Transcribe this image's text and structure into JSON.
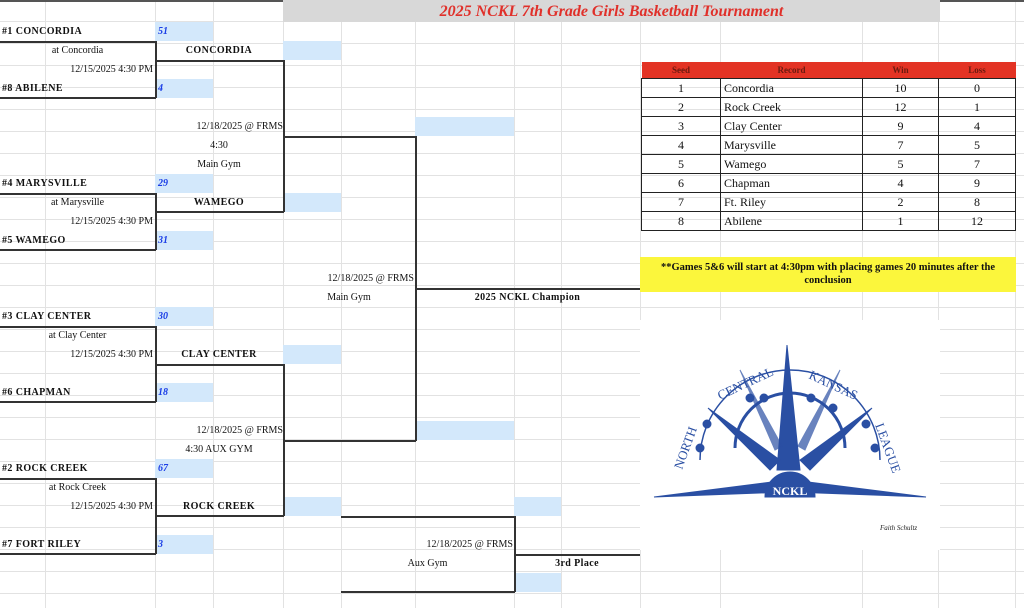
{
  "title": "2025 NCKL 7th Grade Girls Basketball Tournament",
  "round1": [
    {
      "top_team": "#1 CONCORDIA",
      "top_score": "51",
      "location": "at Concordia",
      "datetime": "12/15/2025 4:30 PM",
      "bottom_team": "#8 ABILENE",
      "bottom_score": "4",
      "winner": "CONCORDIA"
    },
    {
      "top_team": "#4 MARYSVILLE",
      "top_score": "29",
      "location": "at Marysville",
      "datetime": "12/15/2025 4:30 PM",
      "bottom_team": "#5 WAMEGO",
      "bottom_score": "31",
      "winner": "WAMEGO"
    },
    {
      "top_team": "#3  CLAY CENTER",
      "top_score": "30",
      "location": "at Clay Center",
      "datetime": "12/15/2025 4:30 PM",
      "bottom_team": "#6  CHAPMAN",
      "bottom_score": "18",
      "winner": "CLAY CENTER"
    },
    {
      "top_team": "#2  ROCK CREEK",
      "top_score": "67",
      "location": "at Rock Creek",
      "datetime": "12/15/2025 4:30 PM",
      "bottom_team": "#7  FORT RILEY",
      "bottom_score": "3",
      "winner": "ROCK CREEK"
    }
  ],
  "semis": [
    {
      "datetime": "12/18/2025 @ FRMS",
      "time": "4:30",
      "venue": "Main Gym"
    },
    {
      "datetime": "12/18/2025 @ FRMS",
      "venue": "4:30 AUX GYM"
    }
  ],
  "final": {
    "datetime": "12/18/2025 @ FRMS",
    "venue": "Main Gym",
    "label": "2025 NCKL Champion"
  },
  "third": {
    "datetime": "12/18/2025 @ FRMS",
    "venue": "Aux Gym",
    "label": "3rd Place"
  },
  "standings": {
    "headers": [
      "Seed",
      "Record",
      "Win",
      "Loss"
    ],
    "rows": [
      [
        "1",
        "Concordia",
        "10",
        "0"
      ],
      [
        "2",
        "Rock Creek",
        "12",
        "1"
      ],
      [
        "3",
        "Clay Center",
        "9",
        "4"
      ],
      [
        "4",
        "Marysville",
        "7",
        "5"
      ],
      [
        "5",
        "Wamego",
        "5",
        "7"
      ],
      [
        "6",
        "Chapman",
        "4",
        "9"
      ],
      [
        "7",
        "Ft. Riley",
        "2",
        "8"
      ],
      [
        "8",
        "Abilene",
        "1",
        "12"
      ]
    ],
    "header_color": "#e33324"
  },
  "note": "**Games 5&6 will start at 4:30pm with placing games 20 minutes after the conclusion",
  "logo": {
    "words": [
      "NORTH",
      "CENTRAL",
      "KANSAS",
      "LEAGUE",
      "NCKL"
    ],
    "color": "#2a4fa3",
    "signature": "Faith Schultz"
  }
}
